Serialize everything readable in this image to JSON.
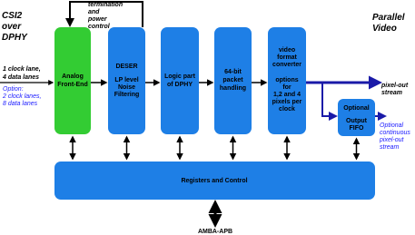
{
  "labels": {
    "csi2": "CSI2",
    "over": "over",
    "dphy": "DPHY",
    "lanes_1": "1 clock lane,",
    "lanes_2": "4 data lanes",
    "option_1": "Option:",
    "option_2": "2 clock lanes,",
    "option_3": "8 data lanes",
    "term_1": "termination",
    "term_2": "and",
    "term_3": "power",
    "term_4": "control",
    "parallel_1": "Parallel",
    "parallel_2": "Video",
    "pixel_out_1": "pixel-out",
    "pixel_out_2": "stream",
    "opt_cont_1": "Optional",
    "opt_cont_2": "continuous",
    "opt_cont_3": "pixel-out",
    "opt_cont_4": "stream",
    "bus": "AMBA-APB"
  },
  "blocks": {
    "afe": [
      "Analog",
      "Front-End"
    ],
    "deser": [
      "DESER",
      "",
      "LP level",
      "Noise",
      "Filtering"
    ],
    "logic": [
      "Logic part",
      "of DPHY"
    ],
    "packet": [
      "64-bit",
      "packet",
      "handling"
    ],
    "video": [
      "video",
      "format",
      "converter",
      "",
      "options",
      "for",
      "1,2 and 4",
      "pixels per",
      "clock"
    ],
    "fifo": [
      "Optional",
      "Output",
      "FIFO"
    ],
    "regs": [
      "Registers and Control"
    ]
  },
  "colors": {
    "afe": "#33cc33",
    "blocks": "#1e7fe6",
    "fifo": "#1e7fe6",
    "arrow": "#000000",
    "video_arrow": "#1a1aa8",
    "input_arrow": "#1a1aff"
  }
}
